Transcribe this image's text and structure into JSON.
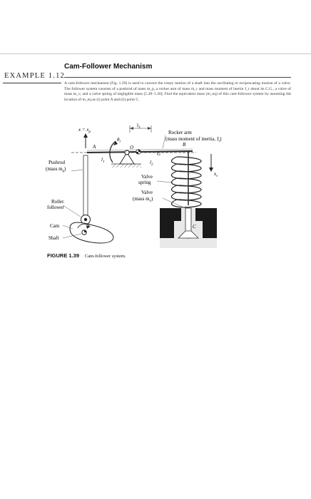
{
  "example": {
    "label": "EXAMPLE 1.12",
    "title": "Cam-Follower Mechanism",
    "paragraph": "A cam-follower mechanism (Fig. 1.39) is used to convert the rotary motion of a shaft into the oscillating or reciprocating motion of a valve. The follower system consists of a pushrod of mass m_p, a rocker arm of mass m_r and mass moment of inertia J_r about its C.G., a valve of mass m_v, and a valve spring of negligible mass [1.28–1.30]. Find the equivalent mass (m_eq) of this cam-follower system by assuming the location of m_eq as (i) point A and (ii) point C."
  },
  "figure": {
    "labels": {
      "x_xp": "x = x",
      "x_xp_sub": "p",
      "theta_r": "θ",
      "theta_sub": "r",
      "O": "O",
      "A": "A",
      "G": "G",
      "B": "B",
      "C": "C",
      "l1": "l",
      "l1_sub": "1",
      "l2": "l",
      "l2_sub": "2",
      "l3": "l",
      "l3_sub": "3",
      "xv": "x",
      "xv_sub": "v",
      "rocker_arm": "Rocker arm",
      "rocker_inertia": "(mass moment of inertia, J",
      "rocker_inertia_sub": "r",
      "rocker_inertia_end": ")",
      "pushrod": "Pushrod",
      "pushrod_mass": "(mass m",
      "pushrod_mass_sub": "p",
      "pushrod_mass_end": ")",
      "valve_spring_1": "Valve",
      "valve_spring_2": "spring",
      "valve_1": "Valve",
      "valve_mass": "(mass m",
      "valve_mass_sub": "v",
      "valve_mass_end": ")",
      "roller_1": "Roller",
      "roller_2": "follower",
      "cam": "Cam",
      "shaft": "Shaft"
    },
    "caption_number": "FIGURE 1.39",
    "caption_title": "Cam-follower system."
  }
}
